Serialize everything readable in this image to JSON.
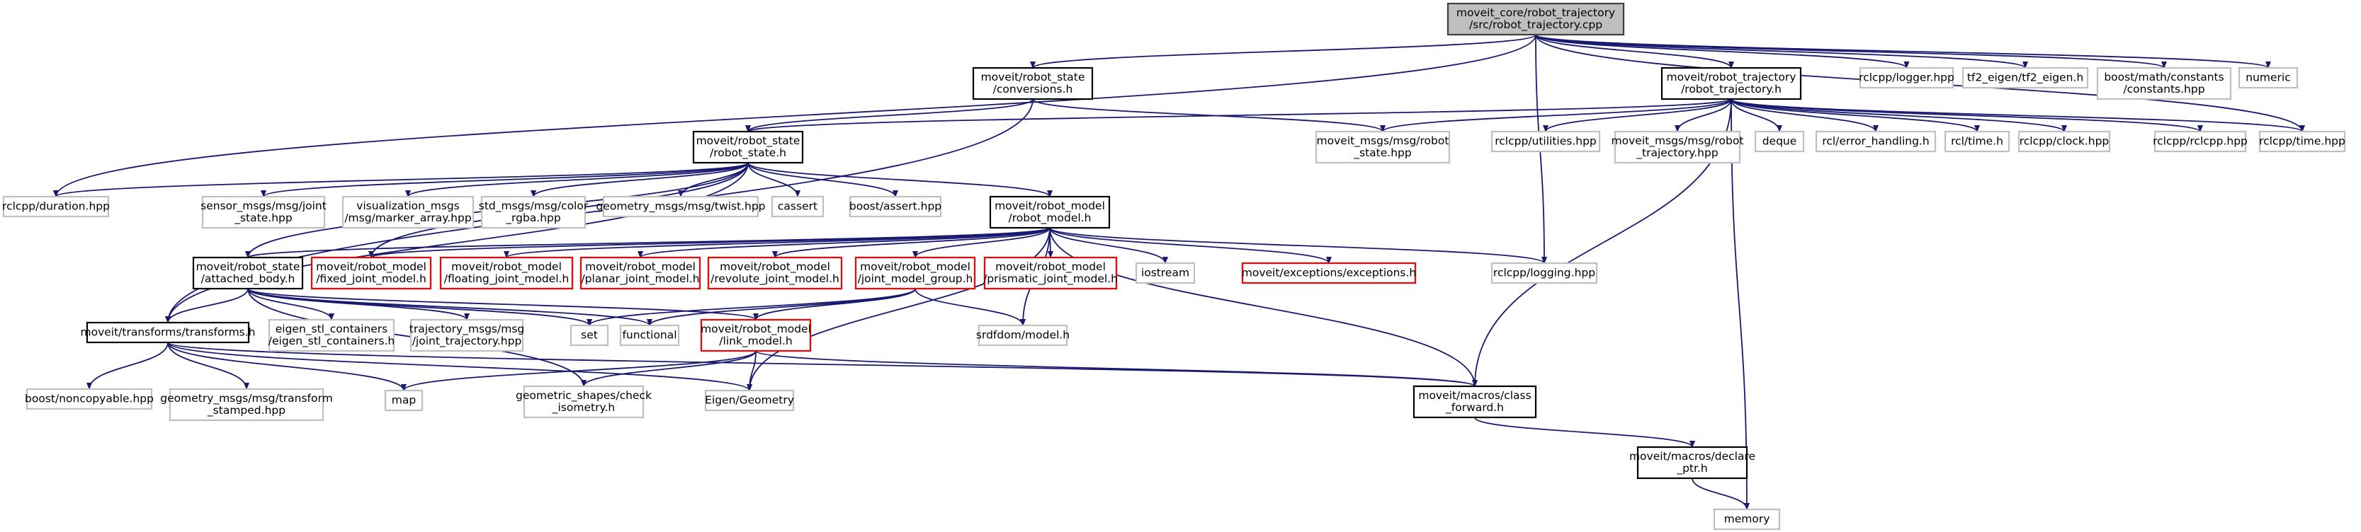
{
  "graph": {
    "edge_color": "#191970",
    "node_styles": {
      "root": {
        "fill": "#bfbfbf",
        "stroke": "#404040"
      },
      "documented": {
        "fill": "#ffffff",
        "stroke": "#000000"
      },
      "incomplete": {
        "fill": "#ffffff",
        "stroke": "#ff0000"
      },
      "external": {
        "fill": "#ffffff",
        "stroke": "#bfbfbf"
      }
    },
    "nodes": [
      {
        "id": "root",
        "style": "root",
        "lines": [
          "moveit_core/robot_trajectory",
          "/src/robot_trajectory.cpp"
        ]
      },
      {
        "id": "conversions",
        "style": "documented",
        "lines": [
          "moveit/robot_state",
          "/conversions.h"
        ]
      },
      {
        "id": "robot_trajectory_h",
        "style": "documented",
        "lines": [
          "moveit/robot_trajectory",
          "/robot_trajectory.h"
        ]
      },
      {
        "id": "logger",
        "style": "external",
        "lines": [
          "rclcpp/logger.hpp"
        ]
      },
      {
        "id": "tf2_eigen",
        "style": "external",
        "lines": [
          "tf2_eigen/tf2_eigen.h"
        ]
      },
      {
        "id": "boost_constants",
        "style": "external",
        "lines": [
          "boost/math/constants",
          "/constants.hpp"
        ]
      },
      {
        "id": "numeric",
        "style": "external",
        "lines": [
          "numeric"
        ]
      },
      {
        "id": "robot_state_h",
        "style": "documented",
        "lines": [
          "moveit/robot_state",
          "/robot_state.h"
        ]
      },
      {
        "id": "msg_robot_state",
        "style": "external",
        "lines": [
          "moveit_msgs/msg/robot",
          "_state.hpp"
        ]
      },
      {
        "id": "utilities",
        "style": "external",
        "lines": [
          "rclcpp/utilities.hpp"
        ]
      },
      {
        "id": "msg_robot_traj",
        "style": "external",
        "lines": [
          "moveit_msgs/msg/robot",
          "_trajectory.hpp"
        ]
      },
      {
        "id": "deque",
        "style": "external",
        "lines": [
          "deque"
        ]
      },
      {
        "id": "rcl_error",
        "style": "external",
        "lines": [
          "rcl/error_handling.h"
        ]
      },
      {
        "id": "rcl_time",
        "style": "external",
        "lines": [
          "rcl/time.h"
        ]
      },
      {
        "id": "clock",
        "style": "external",
        "lines": [
          "rclcpp/clock.hpp"
        ]
      },
      {
        "id": "rclcpp_hpp",
        "style": "external",
        "lines": [
          "rclcpp/rclcpp.hpp"
        ]
      },
      {
        "id": "time_hpp",
        "style": "external",
        "lines": [
          "rclcpp/time.hpp"
        ]
      },
      {
        "id": "duration",
        "style": "external",
        "lines": [
          "rclcpp/duration.hpp"
        ]
      },
      {
        "id": "joint_state",
        "style": "external",
        "lines": [
          "sensor_msgs/msg/joint",
          "_state.hpp"
        ]
      },
      {
        "id": "marker_array",
        "style": "external",
        "lines": [
          "visualization_msgs",
          "/msg/marker_array.hpp"
        ]
      },
      {
        "id": "color_rgba",
        "style": "external",
        "lines": [
          "std_msgs/msg/color",
          "_rgba.hpp"
        ]
      },
      {
        "id": "twist",
        "style": "external",
        "lines": [
          "geometry_msgs/msg/twist.hpp"
        ]
      },
      {
        "id": "cassert",
        "style": "external",
        "lines": [
          "cassert"
        ]
      },
      {
        "id": "boost_assert",
        "style": "external",
        "lines": [
          "boost/assert.hpp"
        ]
      },
      {
        "id": "robot_model_h",
        "style": "documented",
        "lines": [
          "moveit/robot_model",
          "/robot_model.h"
        ]
      },
      {
        "id": "attached_body",
        "style": "documented",
        "lines": [
          "moveit/robot_state",
          "/attached_body.h"
        ]
      },
      {
        "id": "fixed_joint",
        "style": "incomplete",
        "lines": [
          "moveit/robot_model",
          "/fixed_joint_model.h"
        ]
      },
      {
        "id": "floating_joint",
        "style": "incomplete",
        "lines": [
          "moveit/robot_model",
          "/floating_joint_model.h"
        ]
      },
      {
        "id": "planar_joint",
        "style": "incomplete",
        "lines": [
          "moveit/robot_model",
          "/planar_joint_model.h"
        ]
      },
      {
        "id": "revolute_joint",
        "style": "incomplete",
        "lines": [
          "moveit/robot_model",
          "/revolute_joint_model.h"
        ]
      },
      {
        "id": "joint_group",
        "style": "incomplete",
        "lines": [
          "moveit/robot_model",
          "/joint_model_group.h"
        ]
      },
      {
        "id": "prismatic_joint",
        "style": "incomplete",
        "lines": [
          "moveit/robot_model",
          "/prismatic_joint_model.h"
        ]
      },
      {
        "id": "iostream",
        "style": "external",
        "lines": [
          "iostream"
        ]
      },
      {
        "id": "exceptions",
        "style": "incomplete",
        "lines": [
          "moveit/exceptions/exceptions.h"
        ]
      },
      {
        "id": "logging",
        "style": "external",
        "lines": [
          "rclcpp/logging.hpp"
        ]
      },
      {
        "id": "transforms",
        "style": "documented",
        "lines": [
          "moveit/transforms/transforms.h"
        ]
      },
      {
        "id": "eigen_stl",
        "style": "external",
        "lines": [
          "eigen_stl_containers",
          "/eigen_stl_containers.h"
        ]
      },
      {
        "id": "traj_msgs",
        "style": "external",
        "lines": [
          "trajectory_msgs/msg",
          "/joint_trajectory.hpp"
        ]
      },
      {
        "id": "set",
        "style": "external",
        "lines": [
          "set"
        ]
      },
      {
        "id": "functional",
        "style": "external",
        "lines": [
          "functional"
        ]
      },
      {
        "id": "link_model",
        "style": "incomplete",
        "lines": [
          "moveit/robot_model",
          "/link_model.h"
        ]
      },
      {
        "id": "srdfdom",
        "style": "external",
        "lines": [
          "srdfdom/model.h"
        ]
      },
      {
        "id": "noncopyable",
        "style": "external",
        "lines": [
          "boost/noncopyable.hpp"
        ]
      },
      {
        "id": "transform_stamped",
        "style": "external",
        "lines": [
          "geometry_msgs/msg/transform",
          "_stamped.hpp"
        ]
      },
      {
        "id": "map",
        "style": "external",
        "lines": [
          "map"
        ]
      },
      {
        "id": "check_isometry",
        "style": "external",
        "lines": [
          "geometric_shapes/check",
          "_isometry.h"
        ]
      },
      {
        "id": "eigen_geometry",
        "style": "external",
        "lines": [
          "Eigen/Geometry"
        ]
      },
      {
        "id": "class_forward",
        "style": "documented",
        "lines": [
          "moveit/macros/class",
          "_forward.h"
        ]
      },
      {
        "id": "declare_ptr",
        "style": "documented",
        "lines": [
          "moveit/macros/declare",
          "_ptr.h"
        ]
      },
      {
        "id": "memory",
        "style": "external",
        "lines": [
          "memory"
        ]
      }
    ]
  }
}
